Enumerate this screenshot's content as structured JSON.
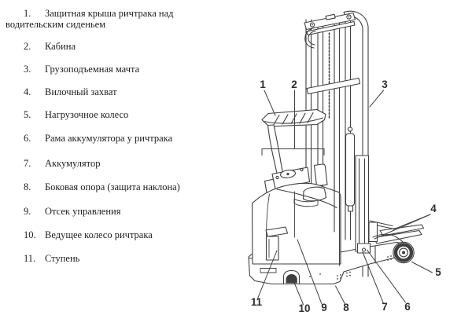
{
  "colors": {
    "background": "#ffffff",
    "list_text": "#1d1d1d",
    "drawing_line": "#3f3f3f",
    "callout_text": "#2e2e2e"
  },
  "parts_list": {
    "items": [
      {
        "num": "1.",
        "label": "Защитная крыша ричтрака над",
        "label_wrap": "водительским сиденьем"
      },
      {
        "num": "2.",
        "label": "Кабина"
      },
      {
        "num": "3.",
        "label": "Грузоподъемная мачта"
      },
      {
        "num": "4.",
        "label": "Вилочный захват"
      },
      {
        "num": "5.",
        "label": "Нагрузочное колесо"
      },
      {
        "num": "6.",
        "label": "Рама аккумулятора у ричтрака"
      },
      {
        "num": "7.",
        "label": "Аккумулятор"
      },
      {
        "num": "8.",
        "label": "Боковая опора (защита наклона)"
      },
      {
        "num": "9.",
        "label": "Отсек управления"
      },
      {
        "num": "10.",
        "label": "Ведущее колесо ричтрака"
      },
      {
        "num": "11.",
        "label": "Ступень"
      }
    ]
  },
  "diagram": {
    "callouts": [
      "1",
      "2",
      "3",
      "4",
      "5",
      "6",
      "7",
      "8",
      "9",
      "10",
      "11"
    ]
  }
}
